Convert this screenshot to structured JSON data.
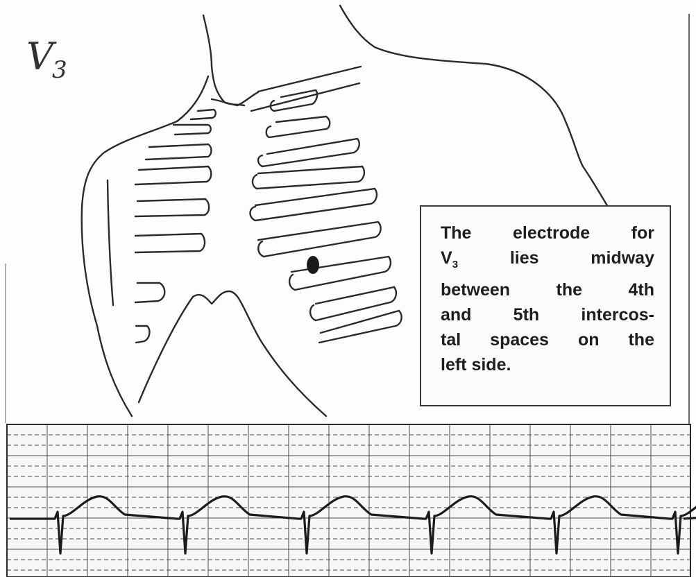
{
  "lead_label": {
    "main": "V",
    "sub": "3"
  },
  "caption": {
    "lines": [
      {
        "pre": "The electrode for",
        "sub": "",
        "post": ""
      },
      {
        "pre": "V",
        "sub": "3",
        "post": " lies midway"
      },
      {
        "pre": "between the 4th",
        "sub": "",
        "post": ""
      },
      {
        "pre": "and 5th intercos-",
        "sub": "",
        "post": ""
      },
      {
        "pre": "tal spaces on the",
        "sub": "",
        "post": ""
      },
      {
        "pre": "left side.",
        "sub": "",
        "post": ""
      }
    ]
  },
  "colors": {
    "ink": "#2a2a2a",
    "grid": "#4a4a4a",
    "paper": "#fdfdfd"
  },
  "ecg_strip": {
    "beats": 6,
    "waveform": "V3 lead tracing"
  }
}
